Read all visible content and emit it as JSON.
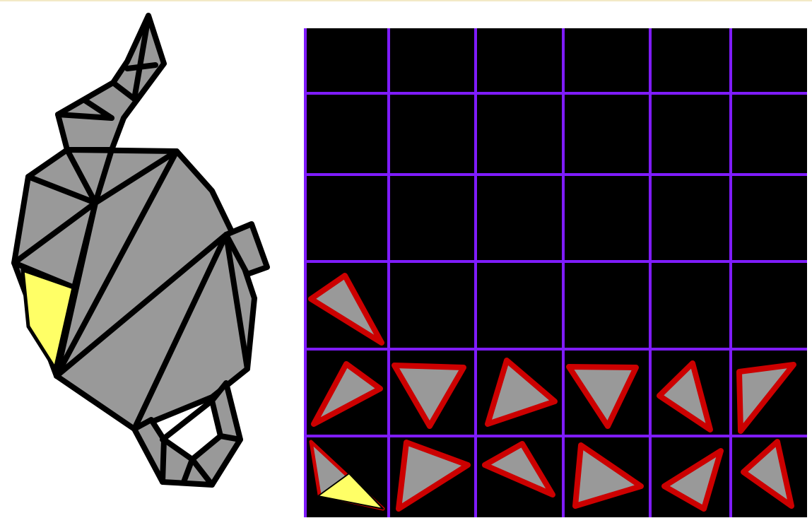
{
  "puzzle": {
    "colors": {
      "piece_fill": "#999999",
      "piece_outline_board": "#cc0000",
      "piece_outline_target": "#000000",
      "highlight": "#ffff66",
      "grid_line": "#7f1cff",
      "board_bg": "#000000"
    },
    "board": {
      "columns": 6,
      "rows": 6,
      "filled_cells": 13
    },
    "target_shape": "teapot-silhouette",
    "highlighted_piece_index": 0
  }
}
